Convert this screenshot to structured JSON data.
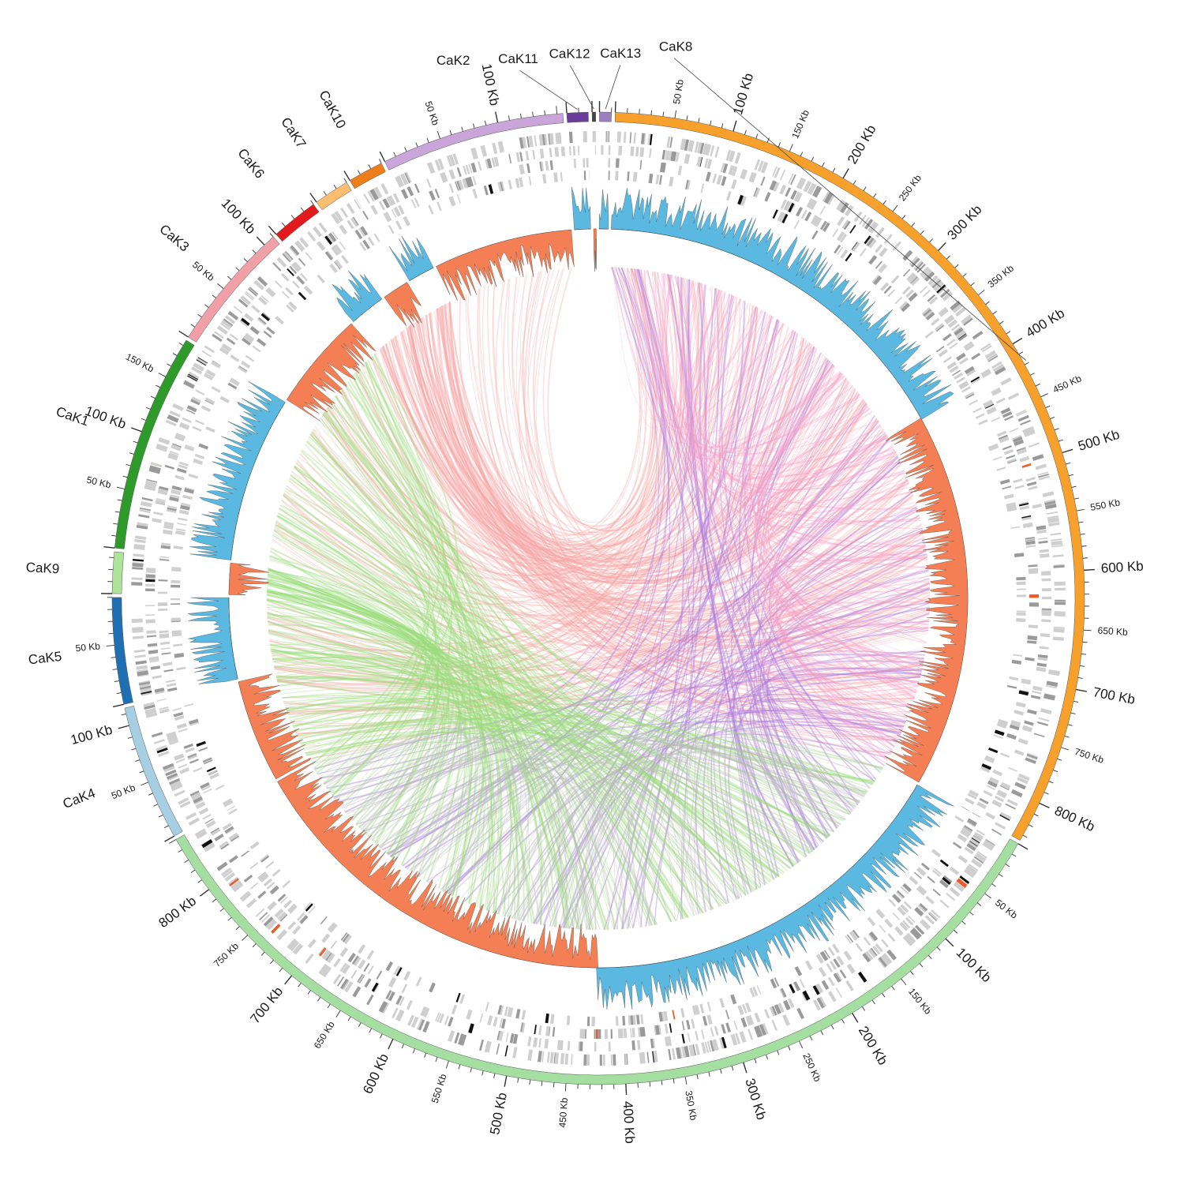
{
  "diagram": {
    "type": "circos",
    "segments": [
      {
        "id": "CaK8",
        "label": "CaK8",
        "color": "#f7a12c",
        "length_kb": 835,
        "major_ticks": [
          "100 Kb",
          "200 Kb",
          "300 Kb",
          "400 Kb",
          "500 Kb",
          "600 Kb",
          "700 Kb",
          "800 Kb"
        ],
        "minor_ticks": [
          "50 Kb",
          "150 Kb",
          "250 Kb",
          "350 Kb",
          "450 Kb",
          "550 Kb",
          "650 Kb",
          "750 Kb"
        ]
      },
      {
        "id": "CaK4b",
        "label": "",
        "color": "#a4dea0",
        "length_kb": 850,
        "major_ticks": [
          "100 Kb",
          "200 Kb",
          "300 Kb",
          "400 Kb",
          "500 Kb",
          "600 Kb",
          "700 Kb",
          "800 Kb"
        ],
        "minor_ticks": [
          "50 Kb",
          "150 Kb",
          "250 Kb",
          "350 Kb",
          "450 Kb",
          "550 Kb",
          "650 Kb",
          "750 Kb"
        ]
      },
      {
        "id": "CaK4",
        "label": "CaK4",
        "color": "#a6cfe3",
        "length_kb": 115,
        "major_ticks": [
          "100 Kb"
        ],
        "minor_ticks": [
          "50 Kb"
        ]
      },
      {
        "id": "CaK5",
        "label": "CaK5",
        "color": "#1f6fb3",
        "length_kb": 90,
        "major_ticks": [],
        "minor_ticks": [
          "50 Kb"
        ]
      },
      {
        "id": "CaK9",
        "label": "CaK9",
        "color": "#aee39a",
        "length_kb": 35,
        "major_ticks": [],
        "minor_ticks": []
      },
      {
        "id": "CaK1",
        "label": "CaK1",
        "color": "#2e9a2a",
        "length_kb": 185,
        "major_ticks": [
          "100 Kb"
        ],
        "minor_ticks": [
          "50 Kb",
          "150 Kb"
        ]
      },
      {
        "id": "CaK3",
        "label": "CaK3",
        "color": "#f0a0a6",
        "length_kb": 110,
        "major_ticks": [
          "100 Kb"
        ],
        "minor_ticks": [
          "50 Kb"
        ]
      },
      {
        "id": "CaK6",
        "label": "CaK6",
        "color": "#e21a1c",
        "length_kb": 40,
        "major_ticks": [],
        "minor_ticks": []
      },
      {
        "id": "CaK7",
        "label": "CaK7",
        "color": "#fdbf6f",
        "length_kb": 30,
        "major_ticks": [],
        "minor_ticks": []
      },
      {
        "id": "CaK10",
        "label": "CaK10",
        "color": "#ef7e1a",
        "length_kb": 30,
        "major_ticks": [],
        "minor_ticks": []
      },
      {
        "id": "CaK2",
        "label": "CaK2",
        "color": "#c9a5da",
        "length_kb": 155,
        "major_ticks": [
          "100 Kb"
        ],
        "minor_ticks": [
          "50 Kb"
        ]
      },
      {
        "id": "CaK11",
        "label": "CaK11",
        "color": "#6a3d9a",
        "length_kb": 18,
        "major_ticks": [],
        "minor_ticks": []
      },
      {
        "id": "CaK12",
        "label": "CaK12",
        "color": "#444444",
        "length_kb": 3,
        "major_ticks": [],
        "minor_ticks": []
      },
      {
        "id": "CaK13",
        "label": "CaK13",
        "color": "#9a80c0",
        "length_kb": 10,
        "major_ticks": [],
        "minor_ticks": []
      }
    ],
    "skew_colors": {
      "positive": "#5bb8e0",
      "negative": "#f47f55"
    },
    "link_colors": [
      "#f7a3a3",
      "#f59cc7",
      "#98dc78",
      "#b07ee0",
      "#b8b8b8"
    ]
  }
}
